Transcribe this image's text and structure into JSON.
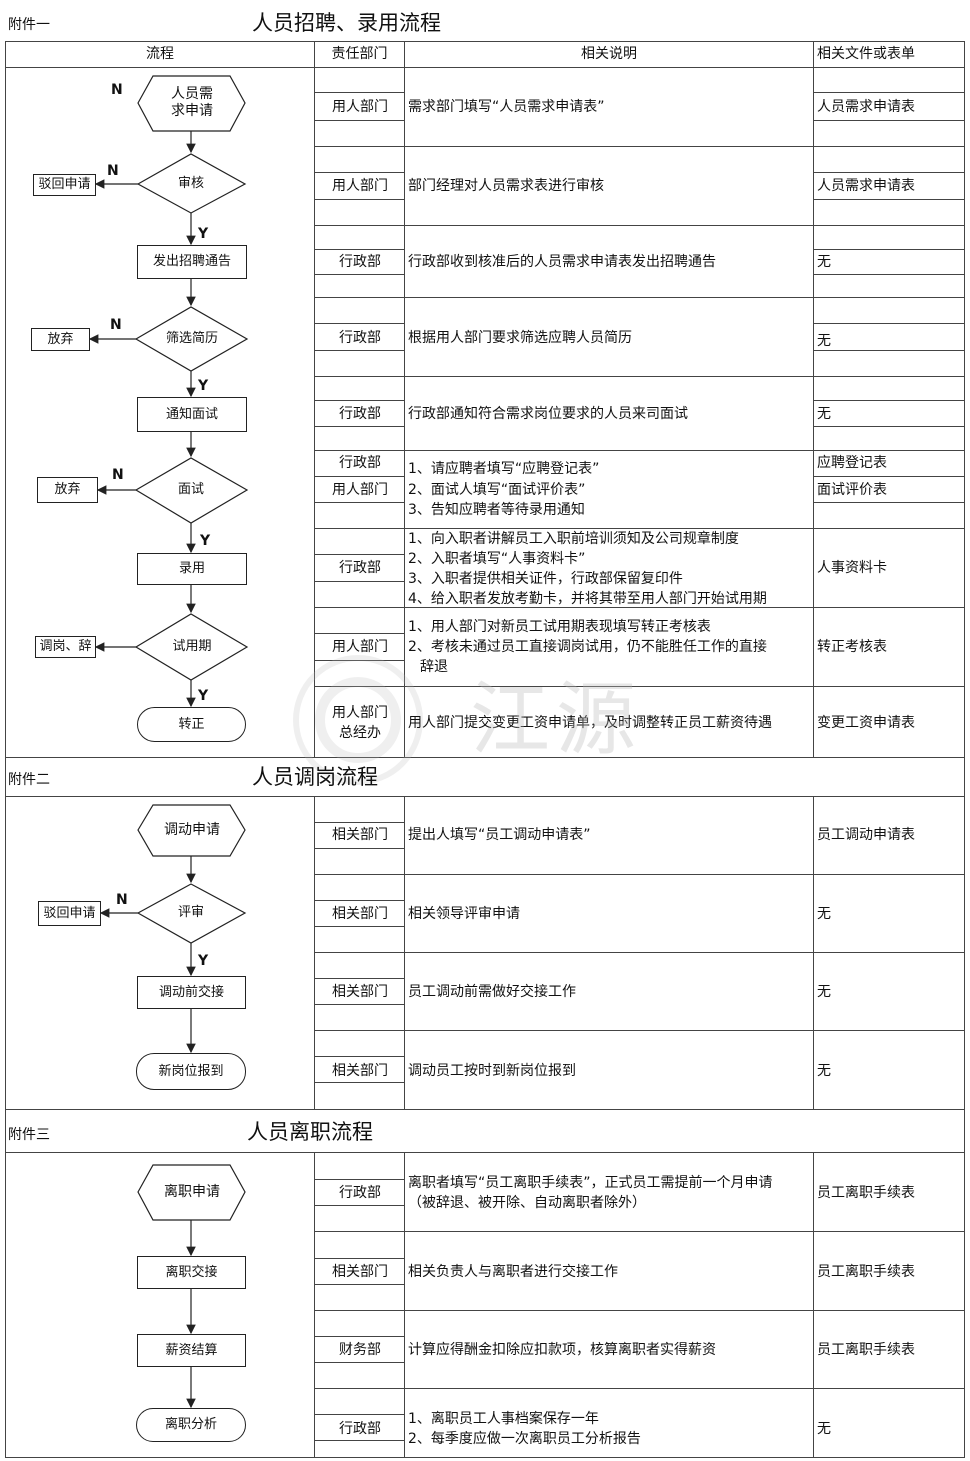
{
  "section1": {
    "annex": "附件一",
    "title": "人员招聘、录用流程",
    "headers": {
      "flow": "流程",
      "dept": "责任部门",
      "desc": "相关说明",
      "file": "相关文件或表单"
    },
    "nodes": {
      "need": "人员需求申请",
      "review": "审核",
      "reject": "驳回申请",
      "notice": "发出招聘通告",
      "screen": "筛选简历",
      "giveup1": "放弃",
      "interview_notice": "通知面试",
      "interview": "面试",
      "giveup2": "放弃",
      "hire": "录用",
      "trial": "试用期",
      "transfer": "调岗、辞",
      "regular": "转正"
    },
    "rows": [
      {
        "dept": "用人部门",
        "desc": "需求部门填写“人员需求申请表”",
        "file": "人员需求申请表"
      },
      {
        "dept": "用人部门",
        "desc": "部门经理对人员需求表进行审核",
        "file": "人员需求申请表"
      },
      {
        "dept": "行政部",
        "desc": "行政部收到核准后的人员需求申请表发出招聘通告",
        "file": "无"
      },
      {
        "dept": "行政部",
        "desc": "根据用人部门要求筛选应聘人员简历",
        "file": "无"
      },
      {
        "dept": "行政部",
        "desc": "行政部通知符合需求岗位要求的人员来司面试",
        "file": "无"
      },
      {
        "dept1": "行政部",
        "dept2": "用人部门",
        "desc1": "1、请应聘者填写“应聘登记表”",
        "desc2": "2、面试人填写“面试评价表”",
        "desc3": "3、告知应聘者等待录用通知",
        "file1": "应聘登记表",
        "file2": "面试评价表"
      },
      {
        "dept": "行政部",
        "desc1": "1、向入职者讲解员工入职前培训须知及公司规章制度",
        "desc2": "2、入职者填写“人事资料卡”",
        "desc3": "3、入职者提供相关证件，行政部保留复印件",
        "desc4": "4、给入职者发放考勤卡，并将其带至用人部门开始试用期",
        "file": "人事资料卡"
      },
      {
        "dept": "用人部门",
        "desc1": "1、用人部门对新员工试用期表现填写转正考核表",
        "desc2": "2、考核未通过员工直接调岗试用，仍不能胜任工作的直接",
        "desc3": "辞退",
        "file": "转正考核表"
      },
      {
        "dept1": "用人部门",
        "dept2": "总经办",
        "desc": "用人部门提交变更工资申请单，及时调整转正员工薪资待遇",
        "file": "变更工资申请表"
      }
    ]
  },
  "section2": {
    "annex": "附件二",
    "title": "人员调岗流程",
    "nodes": {
      "apply": "调动申请",
      "review": "评审",
      "reject": "驳回申请",
      "handover": "调动前交接",
      "report": "新岗位报到"
    },
    "rows": [
      {
        "dept": "相关部门",
        "desc": "提出人填写“员工调动申请表”",
        "file": "员工调动申请表"
      },
      {
        "dept": "相关部门",
        "desc": "相关领导评审申请",
        "file": "无"
      },
      {
        "dept": "相关部门",
        "desc": "员工调动前需做好交接工作",
        "file": "无"
      },
      {
        "dept": "相关部门",
        "desc": "调动员工按时到新岗位报到",
        "file": "无"
      }
    ]
  },
  "section3": {
    "annex": "附件三",
    "title": "人员离职流程",
    "nodes": {
      "apply": "离职申请",
      "handover": "离职交接",
      "salary": "薪资结算",
      "analysis": "离职分析"
    },
    "rows": [
      {
        "dept": "行政部",
        "desc1": "离职者填写“员工离职手续表”，正式员工需提前一个月申请",
        "desc2": "（被辞退、被开除、自动离职者除外）",
        "file": "员工离职手续表"
      },
      {
        "dept": "相关部门",
        "desc": "相关负责人与离职者进行交接工作",
        "file": "员工离职手续表"
      },
      {
        "dept": "财务部",
        "desc": "计算应得酬金扣除应扣款项，核算离职者实得薪资",
        "file": "员工离职手续表"
      },
      {
        "dept": "行政部",
        "desc1": "1、离职员工人事档案保存一年",
        "desc2": "2、每季度应做一次离职员工分析报告",
        "file": "无"
      }
    ]
  },
  "labels": {
    "N": "N",
    "Y": "Y"
  },
  "watermark": "江源"
}
